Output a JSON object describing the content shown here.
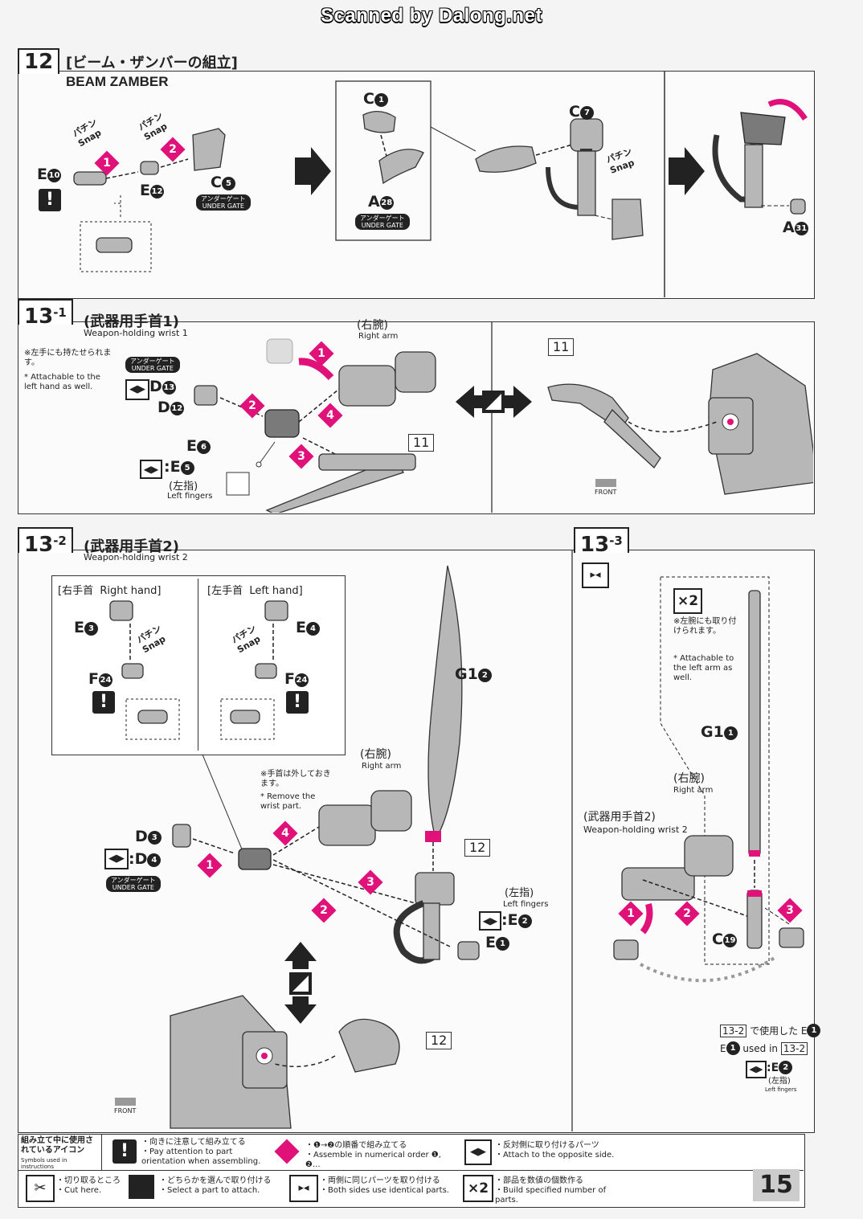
{
  "watermark": "Scanned by Dalong.net",
  "page_number": "15",
  "colors": {
    "accent": "#e0127a",
    "frame": "#333333",
    "part_gray": "#b7b7b7"
  },
  "step12": {
    "number": "12",
    "title_jp": "[ビーム・ザンバーの組立]",
    "title_en": "BEAM ZAMBER",
    "snap_jp": "パチン",
    "snap_en": "Snap",
    "parts": {
      "e10": "E",
      "e10_n": "10",
      "e12": "E",
      "e12_n": "12",
      "c5": "C",
      "c5_n": "5",
      "c1": "C",
      "c1_n": "1",
      "a28": "A",
      "a28_n": "28",
      "c7": "C",
      "c7_n": "7",
      "a31": "A",
      "a31_n": "31"
    },
    "under_gate_jp": "アンダーゲート",
    "under_gate_en": "UNDER GATE",
    "steps": [
      "1",
      "2"
    ]
  },
  "step13_1": {
    "number": "13",
    "sub": "-1",
    "title_jp": "(武器用手首1)",
    "title_en": "Weapon-holding wrist 1",
    "note_jp": "※左手にも持たせられます。",
    "note_en": "* Attachable to the left hand as well.",
    "right_arm_jp": "(右腕)",
    "right_arm_en": "Right arm",
    "left_fingers_jp": "(左指)",
    "left_fingers_en": "Left fingers",
    "parts": {
      "d13": "D",
      "d13_n": "13",
      "d12": "D",
      "d12_n": "12",
      "e6": "E",
      "e6_n": "6",
      "e5": ":E",
      "e5_n": "5"
    },
    "part_box": "11",
    "front": "FRONT",
    "steps": [
      "1",
      "2",
      "3",
      "4"
    ]
  },
  "step13_2": {
    "number": "13",
    "sub": "-2",
    "title_jp": "(武器用手首2)",
    "title_en": "Weapon-holding wrist 2",
    "right_hand_jp": "[右手首",
    "right_hand_en": "Right hand]",
    "left_hand_jp": "[左手首",
    "left_hand_en": "Left hand]",
    "note_jp": "※手首は外しておきます。",
    "note_en": "* Remove the wrist part.",
    "right_arm_jp": "(右腕)",
    "right_arm_en": "Right arm",
    "left_fingers_jp": "(左指)",
    "left_fingers_en": "Left fingers",
    "parts": {
      "e3": "E",
      "e3_n": "3",
      "e4": "E",
      "e4_n": "4",
      "f24a": "F",
      "f24_n": "24",
      "g12": "G1",
      "g12_n": "2",
      "d3": "D",
      "d3_n": "3",
      "d4": ":D",
      "d4_n": "4",
      "e2": ":E",
      "e2_n": "2",
      "e1": "E",
      "e1_n": "1"
    },
    "part_box": "12",
    "front": "FRONT",
    "steps": [
      "1",
      "2",
      "3",
      "4"
    ]
  },
  "step13_3": {
    "number": "13",
    "sub": "-3",
    "x2": "×2",
    "note_jp": "※左腕にも取り付けられます。",
    "note_en": "* Attachable to the left arm as well.",
    "right_arm_jp": "(右腕)",
    "right_arm_en": "Right arm",
    "wrist_jp": "(武器用手首2)",
    "wrist_en": "Weapon-holding wrist 2",
    "parts": {
      "g11": "G1",
      "g11_n": "1",
      "c19": "C",
      "c19_n": "19"
    },
    "used_jp": "で使用した E",
    "used_en": "E",
    "used_en2": "used in",
    "ref": "13-2",
    "e2": ":E",
    "e2_n": "2",
    "left_fingers_jp": "(左指)",
    "left_fingers_en": "Left fingers",
    "steps": [
      "1",
      "2",
      "3"
    ]
  },
  "legend": {
    "title_jp": "組み立て中に使用されているアイコン",
    "title_en": "Symbols used in instructions",
    "items": [
      {
        "jp": "・向きに注意して組み立てる",
        "en": "・Pay attention to part orientation when assembling."
      },
      {
        "jp": "・❶→❷の順番で組み立てる",
        "en": "・Assemble in numerical order ❶, ❷..."
      },
      {
        "jp": "・反対側に取り付けるパーツ",
        "en": "・Attach to the opposite side."
      },
      {
        "jp": "・切り取るところ",
        "en": "・Cut here."
      },
      {
        "jp": "・どちらかを選んで取り付ける",
        "en": "・Select a part to attach."
      },
      {
        "jp": "・両側に同じパーツを取り付ける",
        "en": "・Both sides use identical parts."
      },
      {
        "jp": "・部品を数値の個数作る",
        "en": "・Build specified number of parts."
      }
    ],
    "x2": "×2"
  }
}
